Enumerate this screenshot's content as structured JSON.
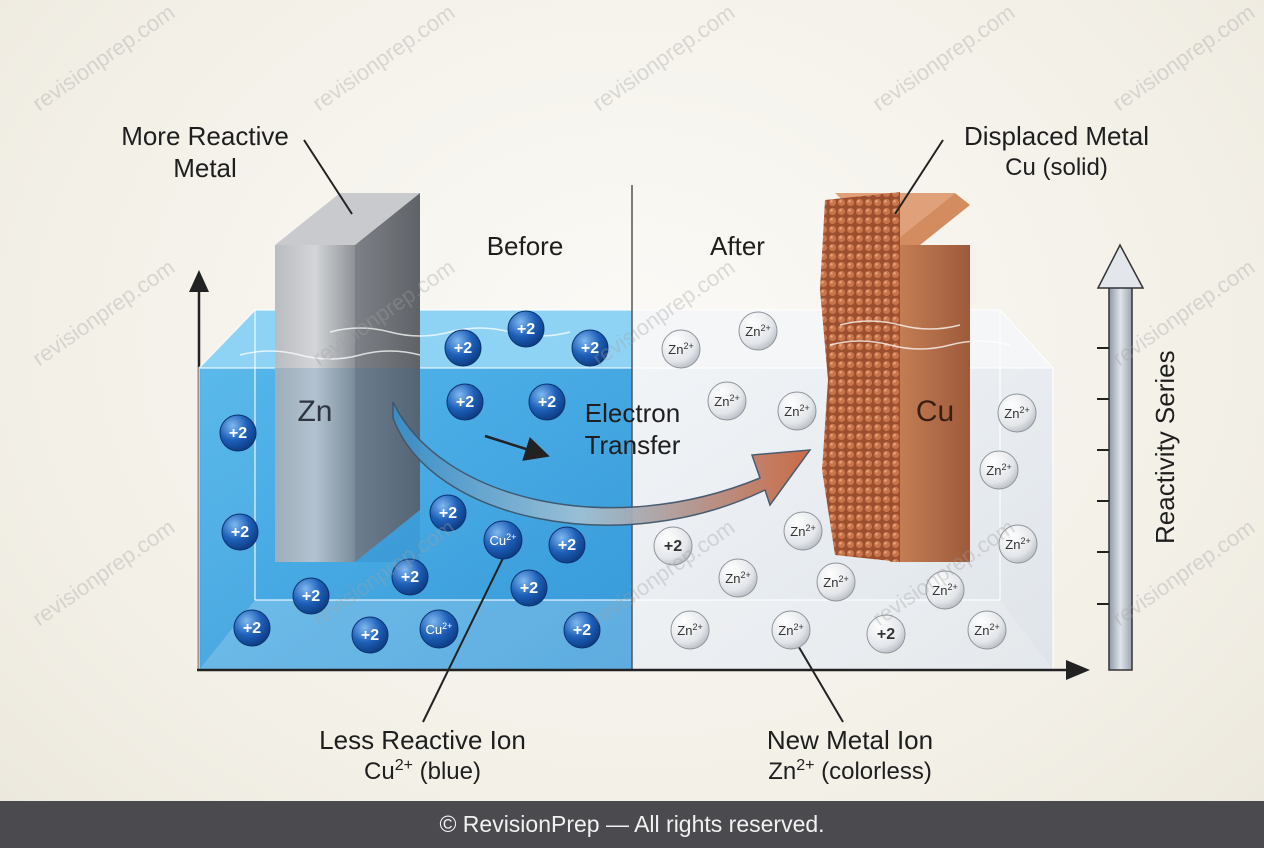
{
  "labels": {
    "more_reactive_line1": "More Reactive",
    "more_reactive_line2": "Metal",
    "displaced_line1": "Displaced Metal",
    "displaced_line2": "Cu (solid)",
    "before": "Before",
    "after": "After",
    "zn_metal": "Zn",
    "cu_metal": "Cu",
    "electron_line1": "Electron",
    "electron_line2": "Transfer",
    "reactivity_series": "Reactivity Series",
    "less_reactive_line1": "Less Reactive Ion",
    "less_reactive_ion": "Cu",
    "less_reactive_charge": "2+",
    "less_reactive_note": "(blue)",
    "new_ion_line1": "New Metal Ion",
    "new_ion": "Zn",
    "new_ion_charge": "2+",
    "new_ion_note": "(colorless)"
  },
  "ions": {
    "plus2": "+2",
    "cu2": "Cu2+",
    "zn2": "Zn2+"
  },
  "watermark": "revisionprep.com",
  "footer": "© RevisionPrep — All rights reserved.",
  "colors": {
    "blue_solution": "#3fa8e0",
    "clear_solution": "#e9eef2",
    "copper": "#b76a45",
    "zinc": "#9a9ea3",
    "footer_bg": "#4b4b4f"
  }
}
